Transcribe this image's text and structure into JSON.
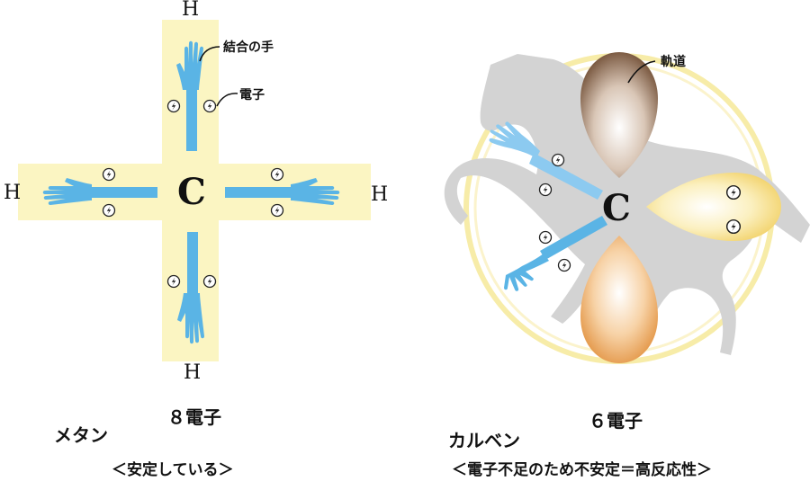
{
  "methane": {
    "atoms": {
      "top": "H",
      "left": "H",
      "right": "H",
      "bottom": "H",
      "center": "C"
    },
    "callouts": {
      "bond_hand": "結合の手",
      "electron": "電子"
    },
    "electron_count": "８電子",
    "name": "メタン",
    "description": "＜安定している＞"
  },
  "carbene": {
    "center": "C",
    "callouts": {
      "orbital": "軌道"
    },
    "electron_count": "６電子",
    "name": "カルベン",
    "description": "＜電子不足のため不安定＝高反応性＞"
  },
  "colors": {
    "bond_box": "#fbf5c2",
    "arm": "#5ab4e5",
    "arm_light": "#8ccaf0",
    "horse": "#d3d3d3",
    "ring": "#f7eca8",
    "lobe_top": "#8a6a52",
    "lobe_bottom": "#eaa860",
    "lobe_right": "#f4da7a"
  }
}
